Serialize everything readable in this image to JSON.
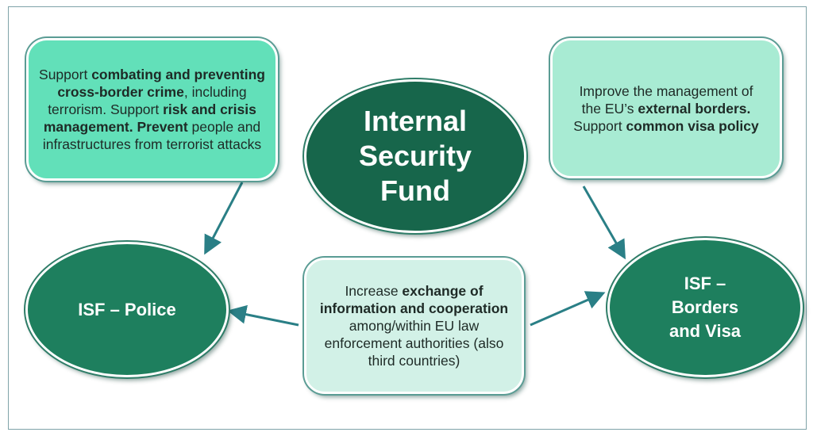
{
  "title": [
    "Internal",
    "Security",
    "Fund"
  ],
  "box_top_left": [
    {
      "t": "Support ",
      "b": false
    },
    {
      "t": "combating and preventing cross-border crime",
      "b": true
    },
    {
      "t": ", including terrorism. Support ",
      "b": false
    },
    {
      "t": "risk and crisis management. Prevent",
      "b": true
    },
    {
      "t": " people and infrastructures from terrorist attacks",
      "b": false
    }
  ],
  "box_top_right": [
    {
      "t": "Improve the management of the EU’s ",
      "b": false
    },
    {
      "t": "external borders.",
      "b": true
    },
    {
      "t": " Support ",
      "b": false
    },
    {
      "t": "common visa policy",
      "b": true
    }
  ],
  "box_center": [
    {
      "t": "Increase ",
      "b": false
    },
    {
      "t": "exchange of information and cooperation",
      "b": true
    },
    {
      "t": " among/within EU law enforcement authorities (also third countries)",
      "b": false
    }
  ],
  "police_label": "ISF – Police",
  "borders_label": [
    "ISF –",
    "Borders",
    "and Visa"
  ],
  "colors": {
    "dark": "#17664b",
    "mid": "#1e7f5e",
    "box1": "#62e0b9",
    "box2": "#a8ebd3",
    "box3": "#d2f1e7",
    "arrow": "#2a7f86"
  }
}
